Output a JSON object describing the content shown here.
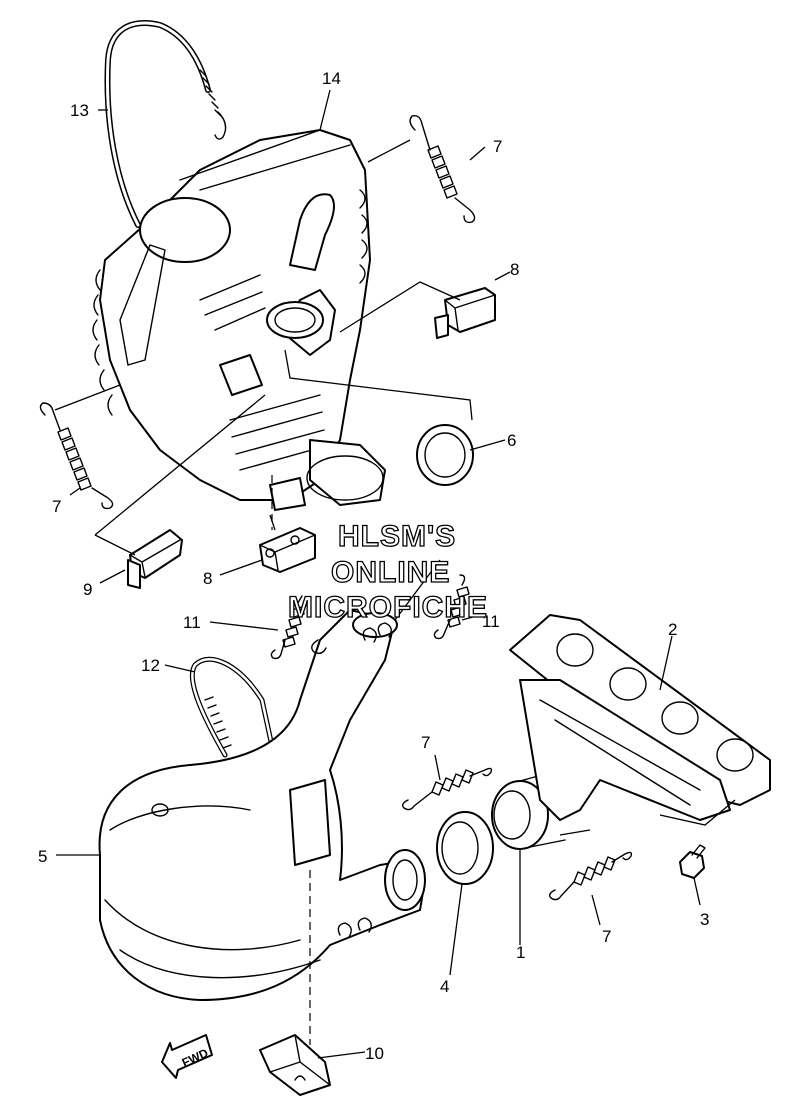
{
  "watermark": {
    "line1": "HLSM'S",
    "line2": "ONLINE",
    "line3": "MICROFICHE"
  },
  "fwd_label": "FWD",
  "callouts": {
    "c1": "1",
    "c2": "2",
    "c3": "3",
    "c4": "4",
    "c5": "5",
    "c6": "6",
    "c7a": "7",
    "c7b": "7",
    "c7c": "7",
    "c7d": "7",
    "c8a": "8",
    "c8b": "8",
    "c9": "9",
    "c10": "10",
    "c11a": "11",
    "c11b": "11",
    "c12": "12",
    "c13": "13",
    "c14": "14"
  }
}
